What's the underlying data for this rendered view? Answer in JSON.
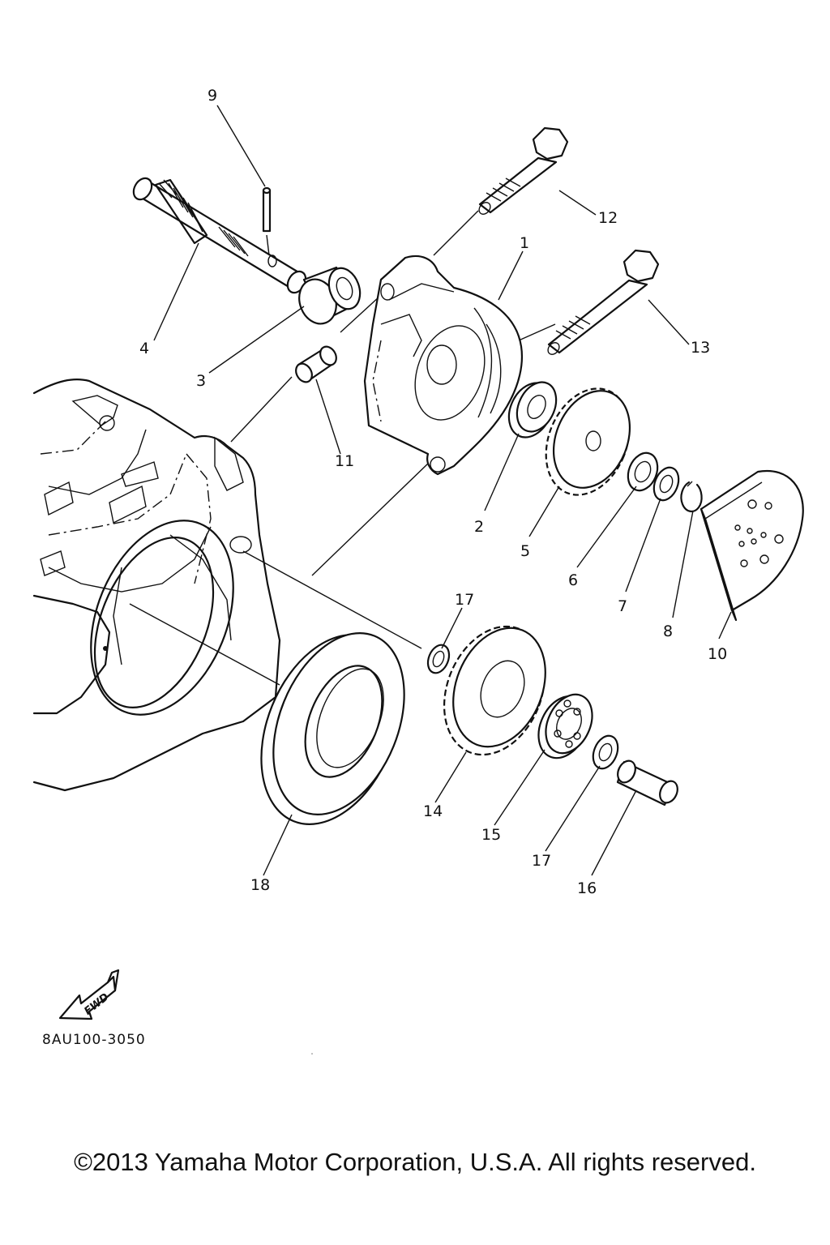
{
  "diagram": {
    "callouts": [
      {
        "id": "c9",
        "label": "9"
      },
      {
        "id": "c12",
        "label": "12"
      },
      {
        "id": "c1",
        "label": "1"
      },
      {
        "id": "c13",
        "label": "13"
      },
      {
        "id": "c4",
        "label": "4"
      },
      {
        "id": "c3",
        "label": "3"
      },
      {
        "id": "c11",
        "label": "11"
      },
      {
        "id": "c2",
        "label": "2"
      },
      {
        "id": "c5",
        "label": "5"
      },
      {
        "id": "c6",
        "label": "6"
      },
      {
        "id": "c7",
        "label": "7"
      },
      {
        "id": "c8",
        "label": "8"
      },
      {
        "id": "c10",
        "label": "10"
      },
      {
        "id": "c17a",
        "label": "17"
      },
      {
        "id": "c14",
        "label": "14"
      },
      {
        "id": "c15",
        "label": "15"
      },
      {
        "id": "c17b",
        "label": "17"
      },
      {
        "id": "c16",
        "label": "16"
      },
      {
        "id": "c18",
        "label": "18"
      }
    ],
    "fwd_label": "FWD",
    "code": "8AU100-3050"
  },
  "footer": {
    "copyright": "©2013 Yamaha Motor Corporation, U.S.A. All rights reserved."
  }
}
